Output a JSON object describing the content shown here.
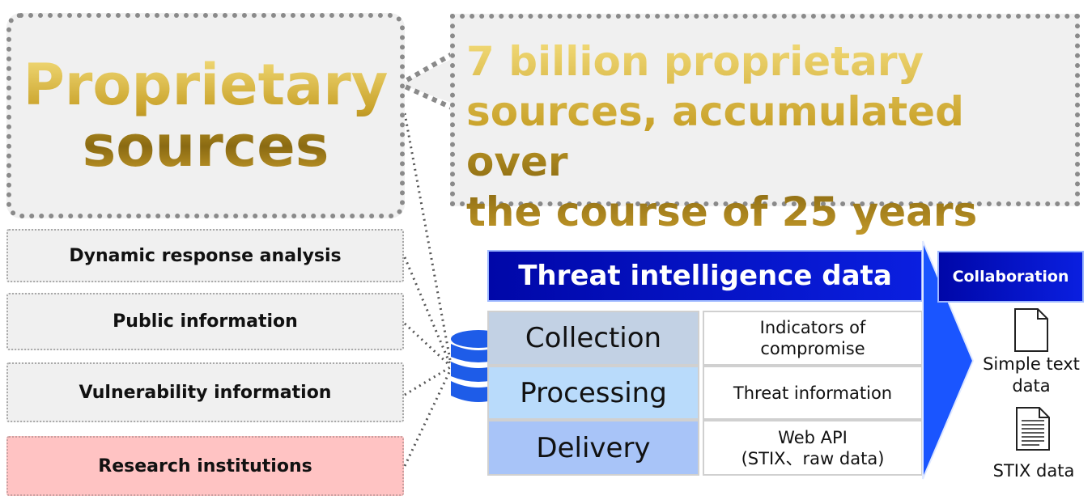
{
  "proprietary": {
    "title": "Proprietary\nsources"
  },
  "callout": {
    "text": "7 billion proprietary\nsources, accumulated over\nthe course of 25 years"
  },
  "sources": [
    {
      "label": "Dynamic response analysis"
    },
    {
      "label": "Public information"
    },
    {
      "label": "Vulnerability information"
    },
    {
      "label": "Research institutions"
    }
  ],
  "threat": {
    "title": "Threat intelligence data",
    "stages": [
      {
        "name": "Collection",
        "desc": "Indicators of\ncompromise"
      },
      {
        "name": "Processing",
        "desc": "Threat information"
      },
      {
        "name": "Delivery",
        "desc": "Web API\n(STIX、raw data)"
      }
    ]
  },
  "collaboration": {
    "title": "Collaboration",
    "outputs": [
      {
        "label": "Simple text\ndata",
        "icon": "text-document-icon"
      },
      {
        "label": "STIX data",
        "icon": "lined-document-icon"
      }
    ]
  },
  "colors": {
    "gold": "#c9a22a",
    "title_bar": "#0007a8",
    "database": "#1e5ce8",
    "arrow": "#1a55ff",
    "research_bg": "#ffc3c3"
  }
}
